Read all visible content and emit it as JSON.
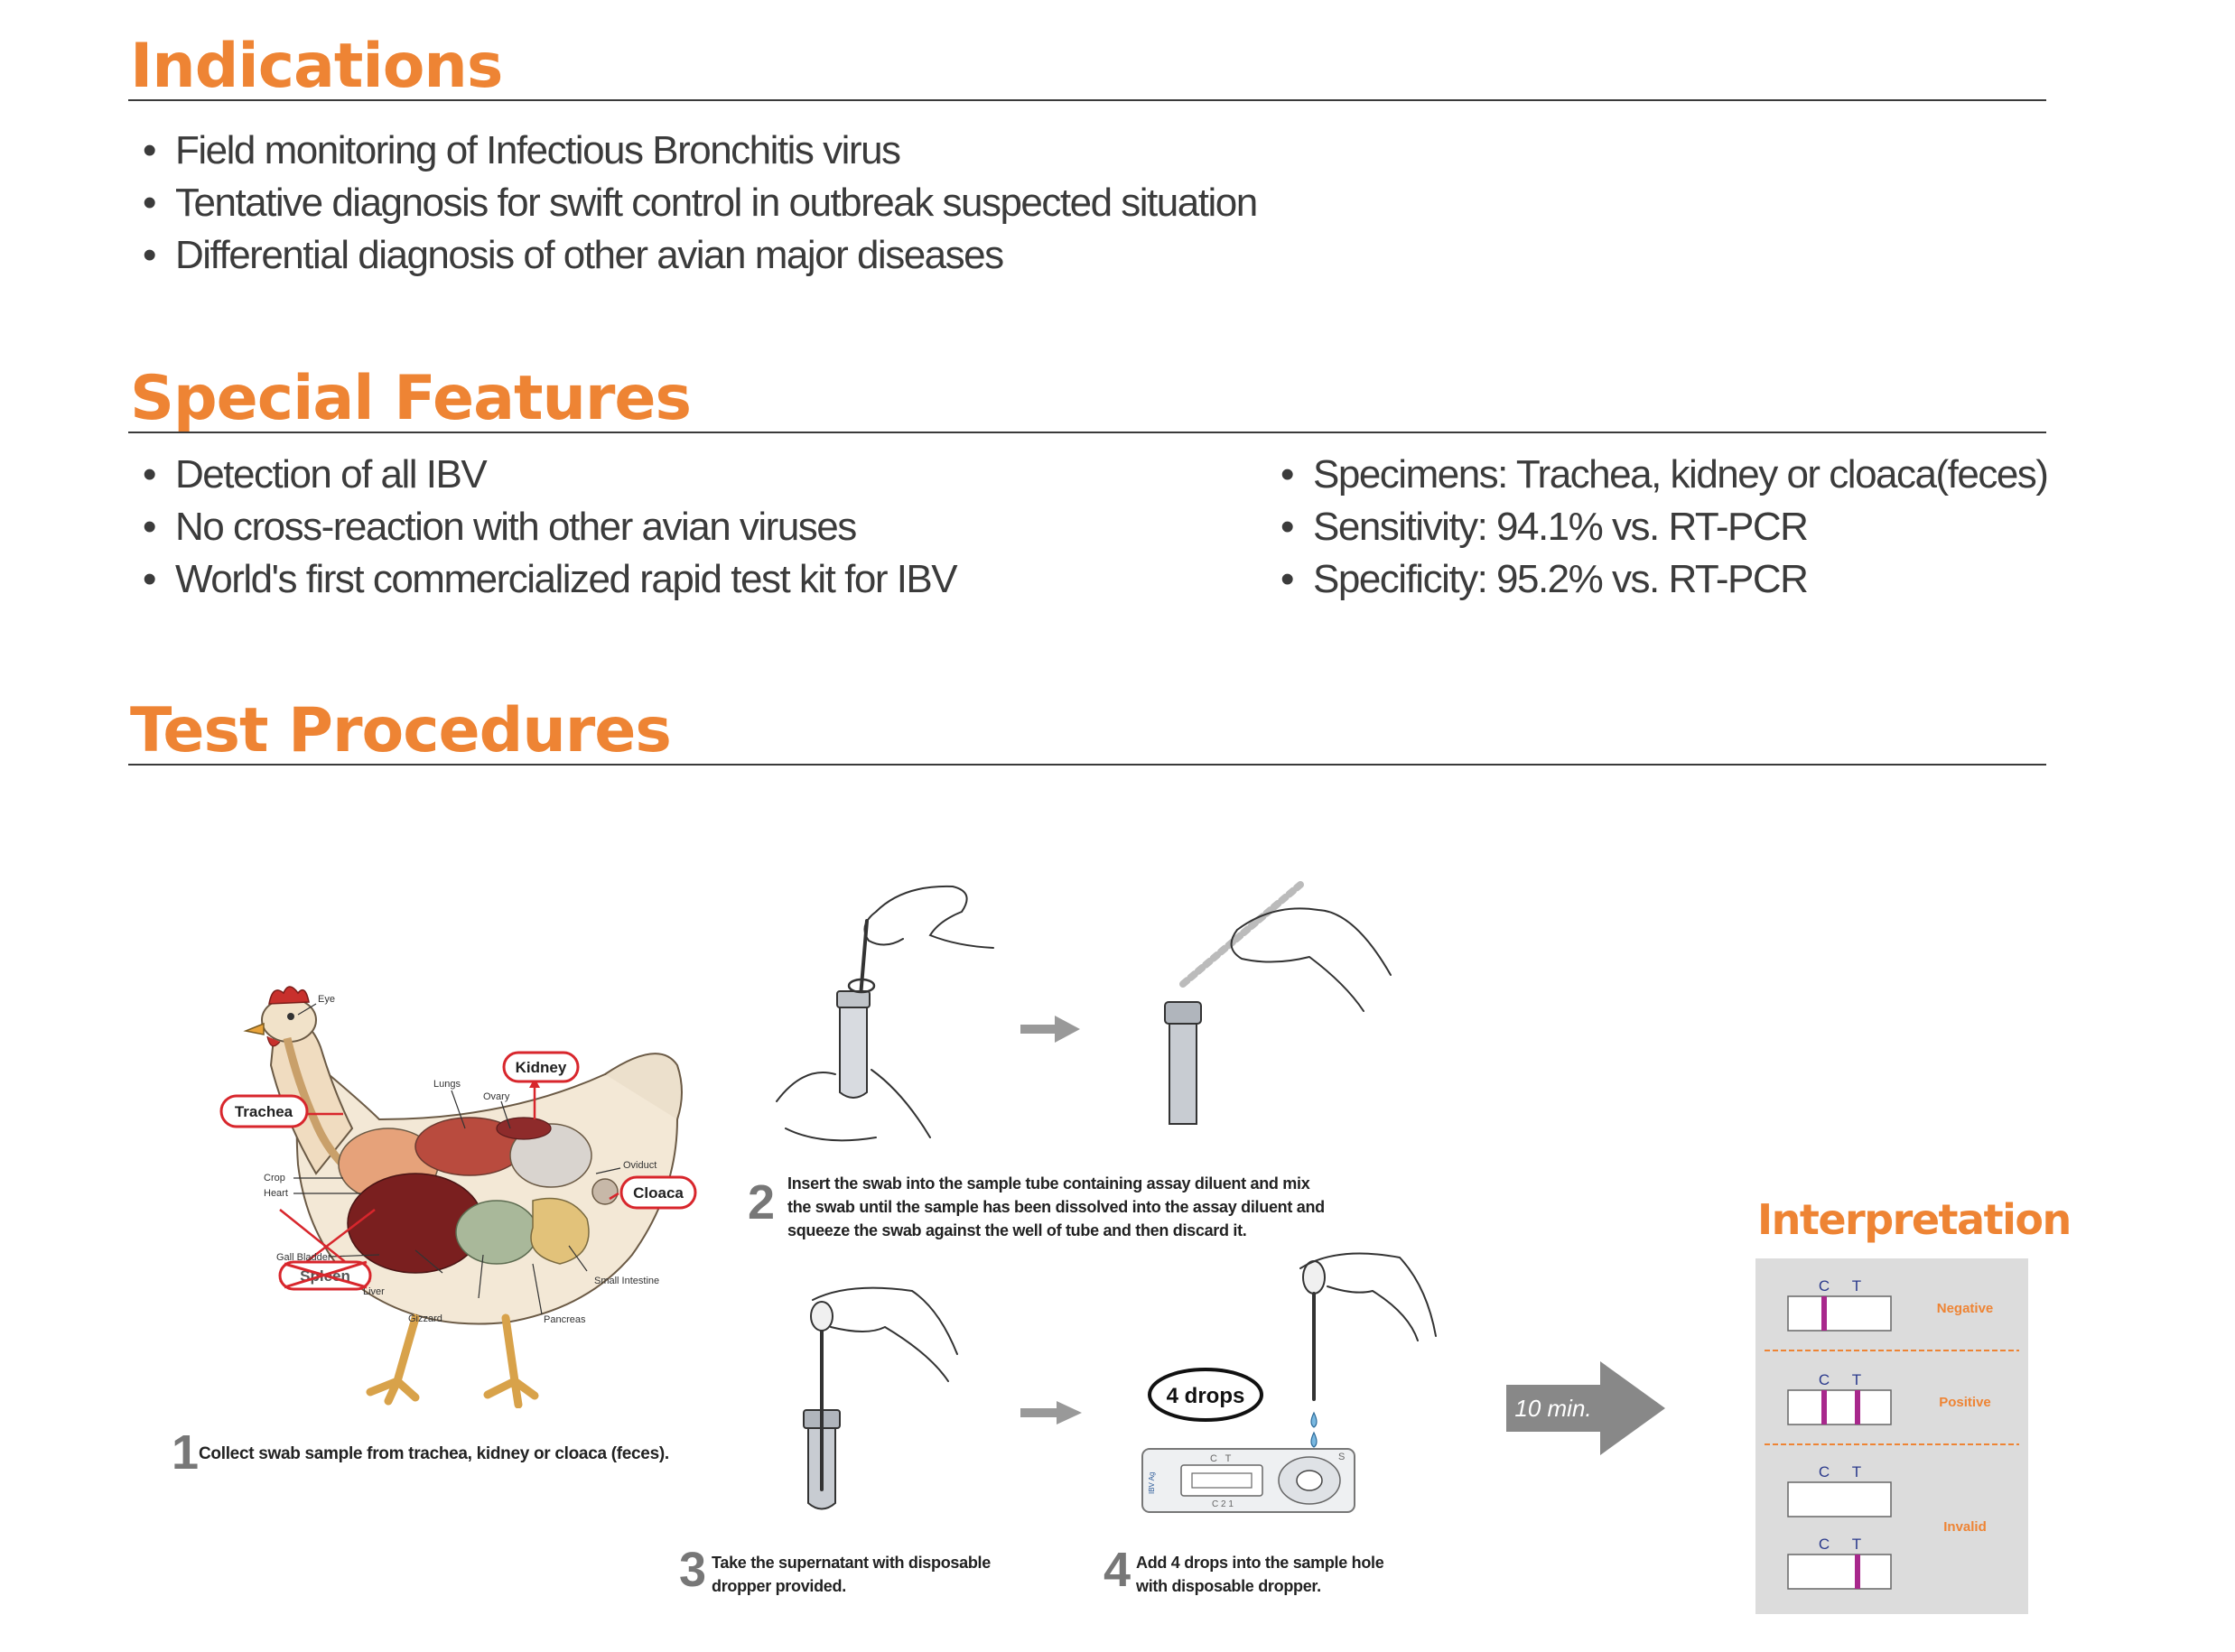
{
  "indications": {
    "title": "Indications",
    "items": [
      "Field monitoring of Infectious Bronchitis virus",
      "Tentative diagnosis for swift control in outbreak suspected situation",
      "Differential diagnosis of other avian major diseases"
    ]
  },
  "special_features": {
    "title": "Special Features",
    "left_items": [
      "Detection of all IBV",
      "No cross-reaction with other avian viruses",
      "World's first commercialized rapid test kit for IBV"
    ],
    "right_items": [
      "Specimens: Trachea, kidney or cloaca(feces)",
      "Sensitivity: 94.1% vs. RT-PCR",
      "Specificity: 95.2% vs. RT-PCR"
    ]
  },
  "test_procedures": {
    "title": "Test Procedures",
    "chicken_labels": {
      "eye": "Eye",
      "lungs": "Lungs",
      "ovary": "Ovary",
      "kidney": "Kidney",
      "trachea": "Trachea",
      "oviduct": "Oviduct",
      "crop": "Crop",
      "heart": "Heart",
      "cloaca": "Cloaca",
      "gall_bladder": "Gall Bladder",
      "spleen": "Spleen",
      "liver": "Liver",
      "small_intestine": "Small Intestine",
      "gizzard": "Gizzard",
      "pancreas": "Pancreas"
    },
    "steps": [
      {
        "number": "1",
        "text": "Collect swab sample from trachea, kidney or cloaca (feces)."
      },
      {
        "number": "2",
        "lines": [
          "Insert the swab into the sample tube containing assay diluent and mix",
          "the swab until the sample has been dissolved into the assay diluent and",
          "squeeze the swab against the well of tube and then discard it."
        ]
      },
      {
        "number": "3",
        "lines": [
          "Take the supernatant with disposable",
          "dropper provided."
        ]
      },
      {
        "number": "4",
        "lines": [
          "Add 4 drops into the sample hole",
          "with disposable dropper."
        ]
      }
    ],
    "drops_label": "4 drops",
    "timer_label": "10 min.",
    "cassette_labels": {
      "c": "C",
      "t": "T",
      "s": "S",
      "bottom": "C  2  1",
      "brand": "IBV Ag"
    }
  },
  "interpretation": {
    "title": "Interpretation",
    "c_label": "C",
    "t_label": "T",
    "results": [
      {
        "label": "Negative",
        "c_line": true,
        "t_line": false
      },
      {
        "label": "Positive",
        "c_line": true,
        "t_line": true
      },
      {
        "label": "Invalid",
        "c_line": false,
        "t_line": false
      },
      {
        "label": "",
        "c_line": false,
        "t_line": true
      }
    ]
  },
  "colors": {
    "accent": "#ee8434",
    "line_magenta": "#a8288c",
    "label_red": "#d8262c",
    "panel_gray": "#dcdcdc"
  }
}
